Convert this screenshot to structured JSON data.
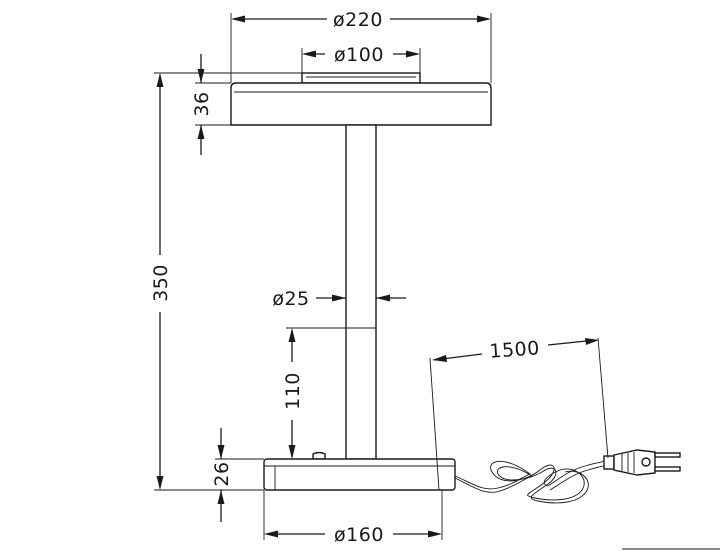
{
  "dimensions": {
    "top_diameter": "ø220",
    "cap_diameter": "ø100",
    "head_height": "36",
    "total_height": "350",
    "stem_diameter": "ø25",
    "stem_lower_height": "110",
    "base_height": "26",
    "base_diameter": "ø160",
    "cable_length": "1500"
  }
}
